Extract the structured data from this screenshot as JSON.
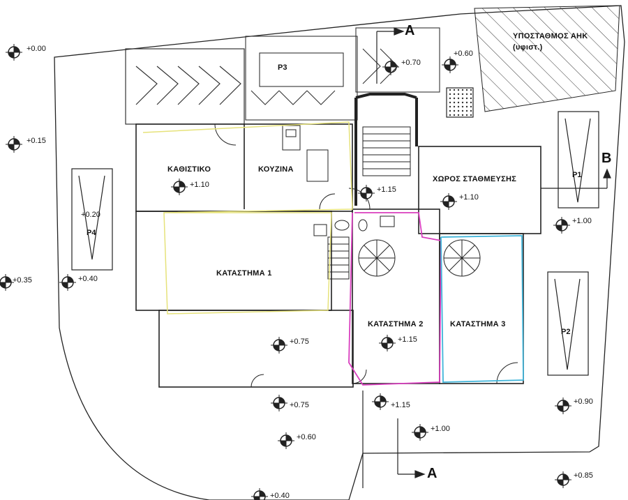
{
  "rooms": {
    "living": "ΚΑΘΙΣΤΙΚΟ",
    "kitchen": "ΚΟΥΖΙΝΑ",
    "shop1": "ΚΑΤΑΣΤΗΜΑ 1",
    "shop2": "ΚΑΤΑΣΤΗΜΑ 2",
    "shop3": "ΚΑΤΑΣΤΗΜΑ 3",
    "parking_area": "ΧΩΡΟΣ ΣΤΑΘΜΕΥΣΗΣ",
    "substation": "ΥΠΟΣΤΑΘΜΟΣ ΑΗΚ",
    "substation_sub": "(υφιστ.)"
  },
  "parking": [
    "P1",
    "P2",
    "P3",
    "P4"
  ],
  "sections": [
    "A",
    "A",
    "B"
  ],
  "elevations": [
    "+0.00",
    "+0.15",
    "+0.35",
    "+0.40",
    "+0.20",
    "+1.10",
    "+0.70",
    "+0.60",
    "+1.15",
    "+1.10",
    "+1.00",
    "+0.75",
    "+1.15",
    "+0.75",
    "+1.15",
    "+0.60",
    "+1.00",
    "+0.90",
    "+0.85",
    "+0.40"
  ],
  "colors": {
    "shop1_outline": "#e6e27a",
    "shop2_outline": "#d93fbf",
    "shop3_outline": "#3fb4d9"
  }
}
